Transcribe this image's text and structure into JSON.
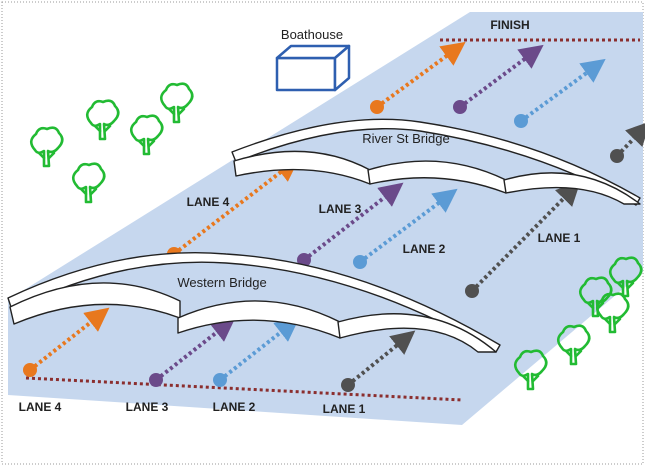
{
  "labels": {
    "boathouse": "Boathouse",
    "finish": "FINISH",
    "river_st_bridge": "River St Bridge",
    "western_bridge": "Western Bridge",
    "start_lane4": "LANE 4",
    "start_lane3": "LANE 3",
    "start_lane2": "LANE 2",
    "start_lane1": "LANE 1",
    "mid_lane4": "LANE 4",
    "mid_lane3": "LANE 3",
    "mid_lane2": "LANE 2",
    "mid_lane1": "LANE 1"
  },
  "lanes": [
    {
      "label": "LANE 4",
      "color": "#e8781e"
    },
    {
      "label": "LANE 3",
      "color": "#6b4a8a"
    },
    {
      "label": "LANE 2",
      "color": "#5b9bd5"
    },
    {
      "label": "LANE 1",
      "color": "#505050"
    }
  ],
  "colors": {
    "river": "#c6d7ee",
    "line": "#8b2e2e",
    "tree": "#22bb33",
    "boathouse": "#2e5fb0",
    "frame": "#9a9a9a"
  }
}
